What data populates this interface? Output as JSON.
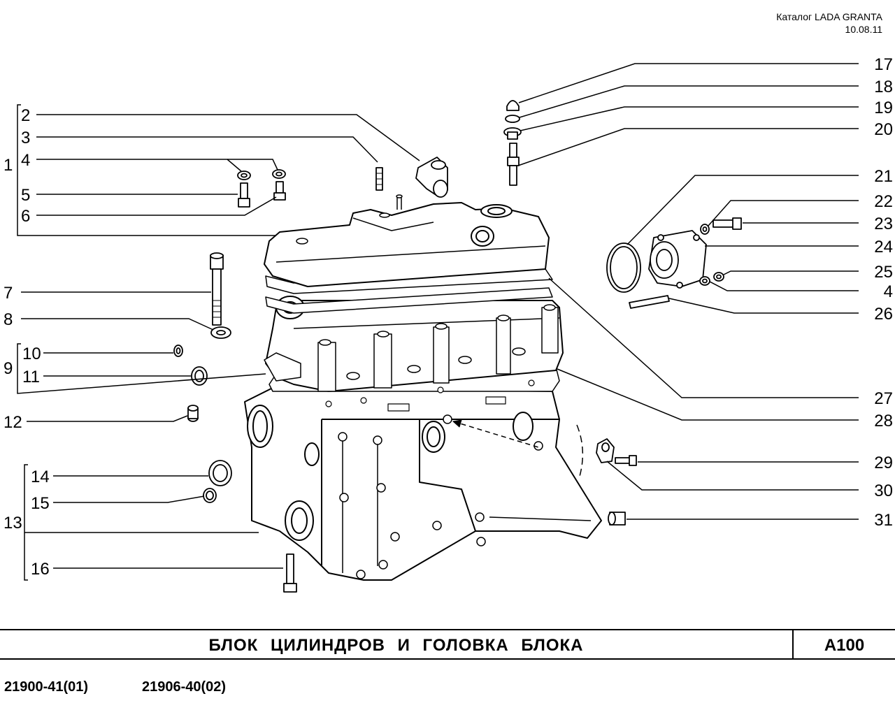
{
  "header": {
    "catalog": "Каталог LADA  GRANTA",
    "date": "10.08.11"
  },
  "title": {
    "name": "БЛОК  ЦИЛИНДРОВ  И  ГОЛОВКА  БЛОКА",
    "code": "A100"
  },
  "models": [
    "21900-41(01)",
    "21906-40(02)"
  ],
  "callouts": {
    "left": [
      "1",
      "2",
      "3",
      "4",
      "5",
      "6",
      "7",
      "8",
      "9",
      "10",
      "11",
      "12",
      "13",
      "14",
      "15",
      "16"
    ],
    "right": [
      "17",
      "18",
      "19",
      "20",
      "21",
      "22",
      "23",
      "24",
      "25",
      "4",
      "26",
      "27",
      "28",
      "29",
      "30",
      "31"
    ]
  }
}
